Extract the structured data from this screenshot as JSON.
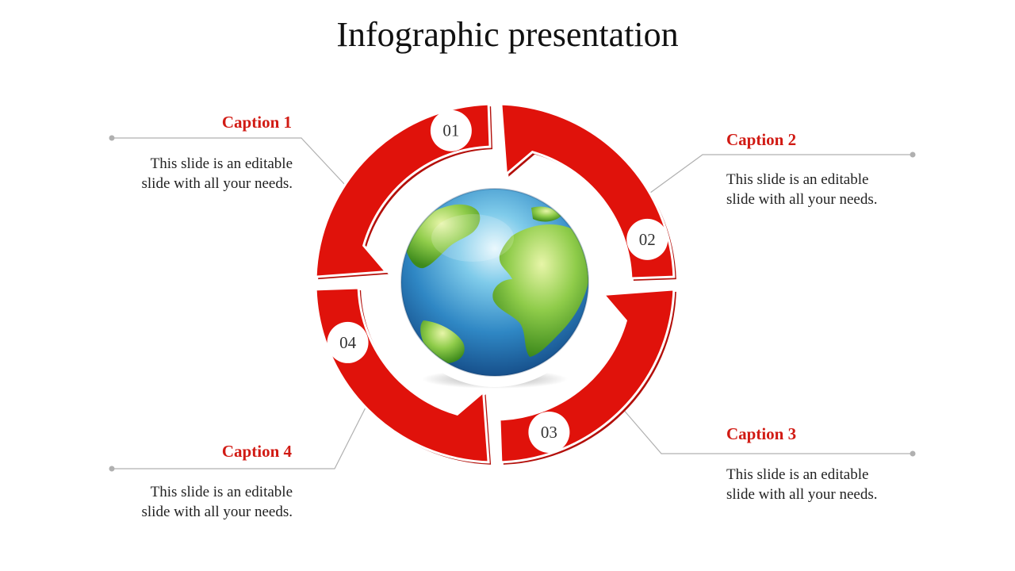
{
  "title": "Infographic presentation",
  "steps": [
    {
      "number": "01",
      "caption": "Caption 1",
      "text_line1": "This slide is an editable",
      "text_line2": "slide with all your needs."
    },
    {
      "number": "02",
      "caption": "Caption 2",
      "text_line1": "This slide is an editable",
      "text_line2": "slide with all your needs."
    },
    {
      "number": "03",
      "caption": "Caption 3",
      "text_line1": "This slide is an editable",
      "text_line2": "slide with all your needs."
    },
    {
      "number": "04",
      "caption": "Caption 4",
      "text_line1": "This slide is an editable",
      "text_line2": "slide with all your needs."
    }
  ],
  "colors": {
    "accent": "#e0120b",
    "accent_dark": "#b30f0a",
    "connector": "#b0b0b0"
  },
  "center_image": "globe-icon"
}
